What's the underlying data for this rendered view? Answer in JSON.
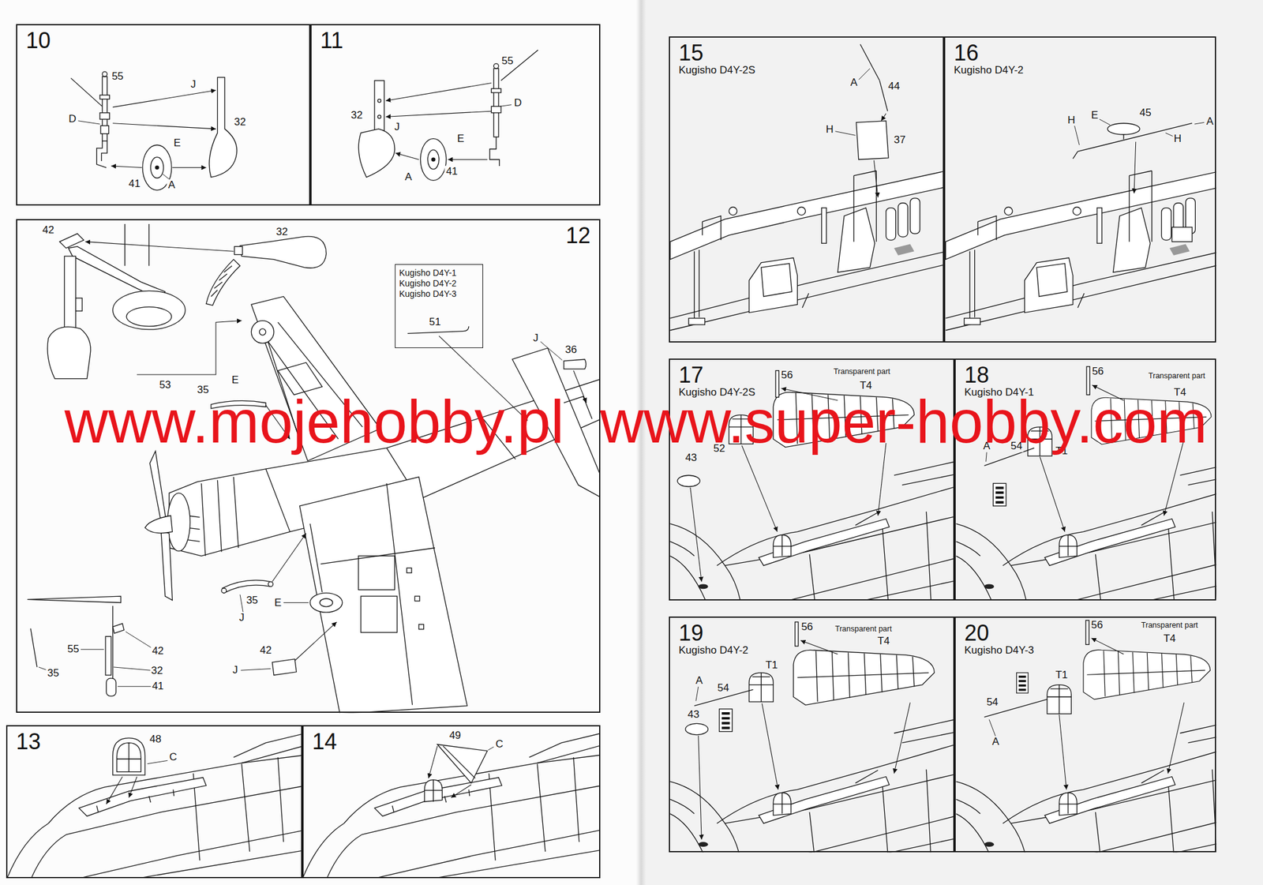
{
  "diagram": {
    "nodes": [
      {
        "text": [
          "10"
        ]
      },
      {
        "text": [
          "11"
        ]
      },
      {
        "text": [
          "12"
        ]
      },
      {
        "text": [
          "Kugisho D4Y-1 Kugisho D4Y-2 Kugisho D4Y-3"
        ],
        "in": 2
      },
      {
        "text": [
          "13"
        ]
      },
      {
        "text": [
          "14"
        ]
      },
      {
        "text": [
          "15",
          "Kugisho D4Y-2S"
        ]
      },
      {
        "text": [
          "16",
          "Kugisho D4Y-2"
        ]
      },
      {
        "text": [
          "17",
          "Kugisho D4Y-2S"
        ]
      },
      {
        "text": [
          "18",
          "Kugisho D4Y-1"
        ]
      },
      {
        "text": [
          "19",
          "Kugisho D4Y-2"
        ]
      },
      {
        "text": [
          "20",
          "Kugisho D4Y-3"
        ]
      }
    ],
    "labels": [
      "55",
      "J",
      "D",
      "32",
      "E",
      "41",
      "A",
      "55",
      "32",
      "D",
      "J",
      "E",
      "41",
      "A",
      "42",
      "32",
      "53",
      "35",
      "E",
      "51",
      "J",
      "36",
      "35",
      "J",
      "E",
      "42",
      "J",
      "55",
      "42",
      "32",
      "41",
      "35",
      "48",
      "C",
      "49",
      "C",
      "A",
      "44",
      "H",
      "37",
      "H",
      "E",
      "45",
      "A",
      "H",
      "56",
      "Transparent part",
      "T4",
      "52",
      "43",
      "56",
      "Transparent part",
      "T4",
      "A",
      "54",
      "T1",
      "56",
      "Transparent part",
      "T4",
      "T1",
      "A",
      "54",
      "43",
      "56",
      "Transparent part",
      "T4",
      "T1",
      "54",
      "A",
      "www.mojehobby.pl",
      "www.super-hobby.com"
    ]
  }
}
